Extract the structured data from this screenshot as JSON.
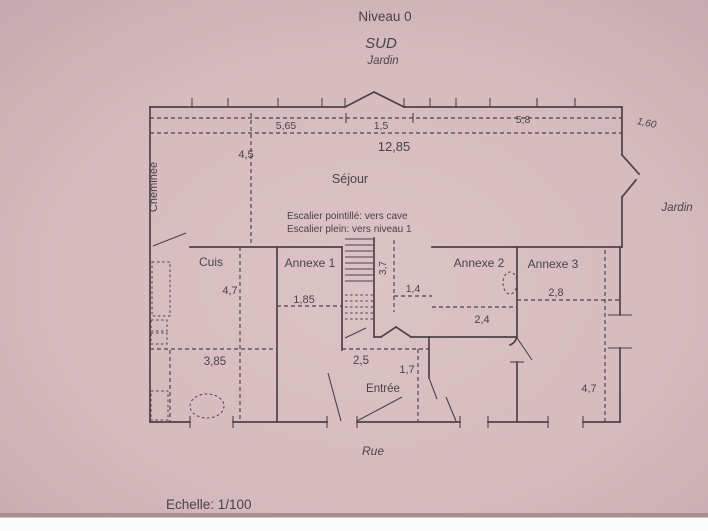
{
  "document": {
    "title": "Niveau 0",
    "orientation": "SUD",
    "labels": {
      "garden_top": "Jardin",
      "garden_right": "Jardin",
      "street": "Rue",
      "scale": "Echelle: 1/100",
      "chimney": "Cheminée"
    },
    "rooms": {
      "living": "Séjour",
      "kitchen": "Cuis",
      "annex1": "Annexe 1",
      "annex2": "Annexe 2",
      "annex3": "Annexe 3",
      "entry": "Entrée"
    },
    "legend": {
      "stairs_dotted": "Escalier pointillé: vers cave",
      "stairs_solid": "Escalier plein: vers niveau 1"
    },
    "dims": {
      "top_left": "5,65",
      "top_center": "1,5",
      "top_right": "5,8",
      "overall_width": "12,85",
      "living_depth": "4,5",
      "right_side_note": "1,60",
      "kitchen_depth": "4,7",
      "annex1_width": "1,85",
      "stairs_depth": "3,7",
      "passage": "1,4",
      "annex2_width": "2,4",
      "annex3_width": "2,8",
      "hall_width": "2,5",
      "entry_width": "1,7",
      "bath_width": "3,85",
      "annex3_depth": "4,7"
    },
    "colors": {
      "ink": "#4c4347",
      "paper": "#d5bbbe",
      "paper_edge": "#ab8d90",
      "white_strip": "#fcfcfc"
    }
  }
}
